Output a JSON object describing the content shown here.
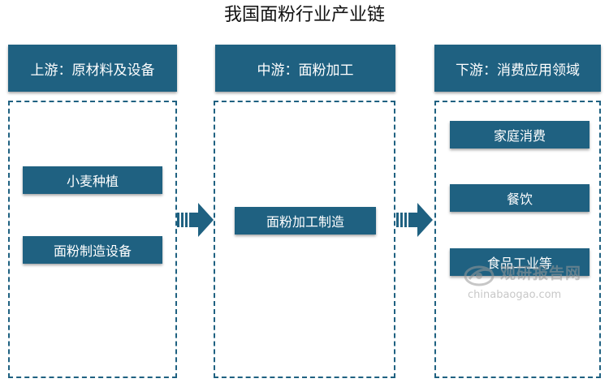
{
  "title": "我国面粉行业产业链",
  "upstream": {
    "header": "上游：原材料及设备",
    "items": [
      "小麦种植",
      "面粉制造设备"
    ]
  },
  "midstream": {
    "header": "中游：面粉加工",
    "items": [
      "面粉加工制造"
    ]
  },
  "downstream": {
    "header": "下游：消费应用领域",
    "items": [
      "家庭消费",
      "餐饮",
      "食品工业等"
    ]
  },
  "watermark": {
    "name": "观研报告网",
    "url": "chinabaogao.com"
  },
  "colors": {
    "box": "#1f6181",
    "text_on_box": "#ffffff"
  },
  "icons": [
    "flow-arrow-icon",
    "watermark-logo-icon"
  ]
}
